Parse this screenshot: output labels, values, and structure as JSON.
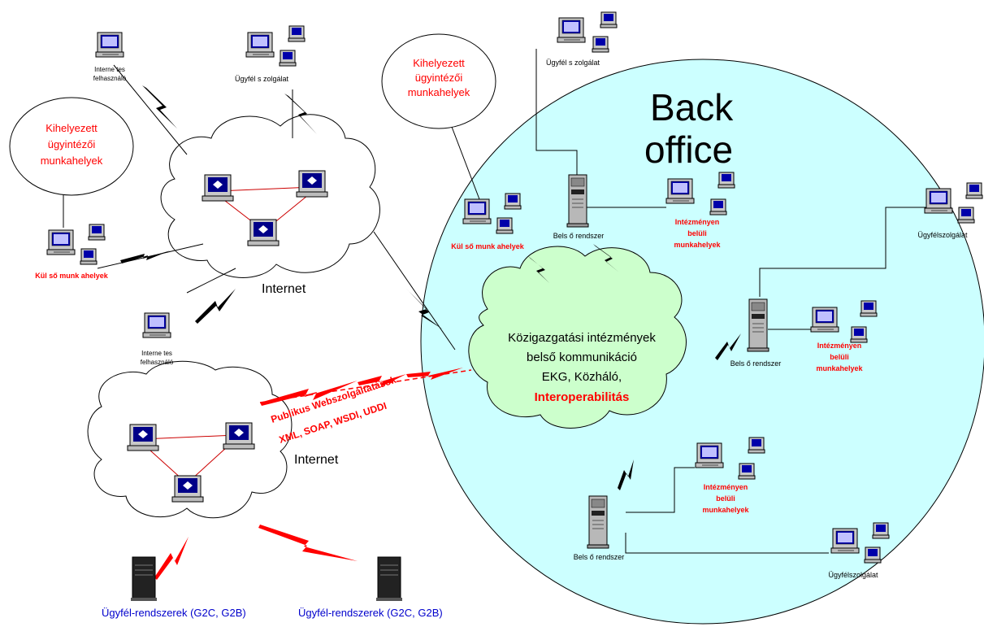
{
  "back_office": {
    "line1": "Back",
    "line2": "office"
  },
  "central_cloud": {
    "line1": "Közigazgatási intézmények",
    "line2": "belső kommunikáció",
    "line3": "EKG, Közháló,",
    "line4": "Interoperabilitás"
  },
  "internet_label": "Internet",
  "public_web_services": {
    "line1": "Publikus Webszolgáltatások",
    "line2": "XML, SOAP, WSDl, UDDI"
  },
  "labels": {
    "internet_user": "Internetes felhasználó",
    "internet_user_l1": "Interne tes",
    "internet_user_l2": "felhasználó",
    "customer_service": "Ügyfélszolgálat",
    "customer_service_spaced": "Ügyfél s zolgálat",
    "external_workplaces": "Külső munkahelyek",
    "external_workplaces_spaced": "Kül ső munk ahelyek",
    "internal_system": "Belső rendszer",
    "internal_system_spaced": "Bels ő rendszer",
    "inst_workplaces_l1": "Intézményen",
    "inst_workplaces_l2": "belüli",
    "inst_workplaces_l3": "munkahelyek",
    "outsourced_l1": "Kihelyezett",
    "outsourced_l2": "ügyintézői",
    "outsourced_l3": "munkahelyek",
    "client_systems": "Ügyfél-rendszerek (G2C, G2B)"
  },
  "colors": {
    "back_office_fill": "#ccffff",
    "central_cloud_fill": "#ccffcc",
    "red_text": "#ff0000",
    "blue_text": "#0000cc",
    "black": "#000000"
  }
}
